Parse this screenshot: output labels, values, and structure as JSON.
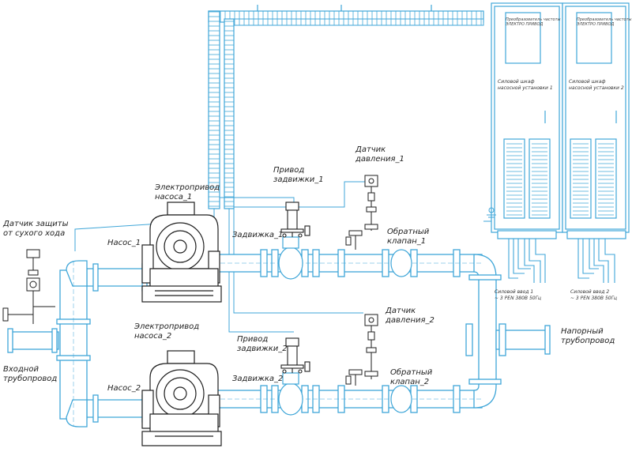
{
  "labels": {
    "electric_drive_pump_1": [
      "Электропривод",
      "насоса_1"
    ],
    "electric_drive_pump_2": [
      "Электропривод",
      "насоса_2"
    ],
    "pump_1": "Насос_1",
    "pump_2": "Насос_2",
    "dry_run_sensor": [
      "Датчик защиты",
      "от сухого хода"
    ],
    "inlet_pipe": [
      "Входной",
      "трубопровод"
    ],
    "outlet_pipe": [
      "Напорный",
      "трубопровод"
    ],
    "valve_1": "Задвижка_1",
    "valve_2": "Задвижка_2",
    "valve_drive_1": [
      "Привод",
      "задвижки_1"
    ],
    "valve_drive_2": [
      "Привод",
      "задвижки_2"
    ],
    "pressure_sensor_1": [
      "Датчик",
      "давления_1"
    ],
    "pressure_sensor_2": [
      "Датчик",
      "давления_2"
    ],
    "check_valve_1": [
      "Обратный",
      "клапан_1"
    ],
    "check_valve_2": [
      "Обратный",
      "клапан_2"
    ]
  },
  "cabinets": [
    {
      "plate": [
        "Преобразователь частоты",
        "ЭЛЕКТРО ПРИВОД"
      ],
      "caption": [
        "Силовой шкаф",
        "насосной установки 1"
      ],
      "power_input": [
        "Силовой ввод 1",
        "~ 3 PEN  380В 50Гц"
      ]
    },
    {
      "plate": [
        "Преобразователь частоты",
        "ЭЛЕКТРО ПРИВОД"
      ],
      "caption": [
        "Силовой шкаф",
        "насосной установки 2"
      ],
      "power_input": [
        "Силовой ввод 2",
        "~ 3 PEN  380В 50Гц"
      ]
    }
  ],
  "colors": {
    "pipe": "#3fa6d8",
    "pipe_fill": "#ffffff",
    "equipment": "#1e1e1e",
    "text": "#222222"
  }
}
